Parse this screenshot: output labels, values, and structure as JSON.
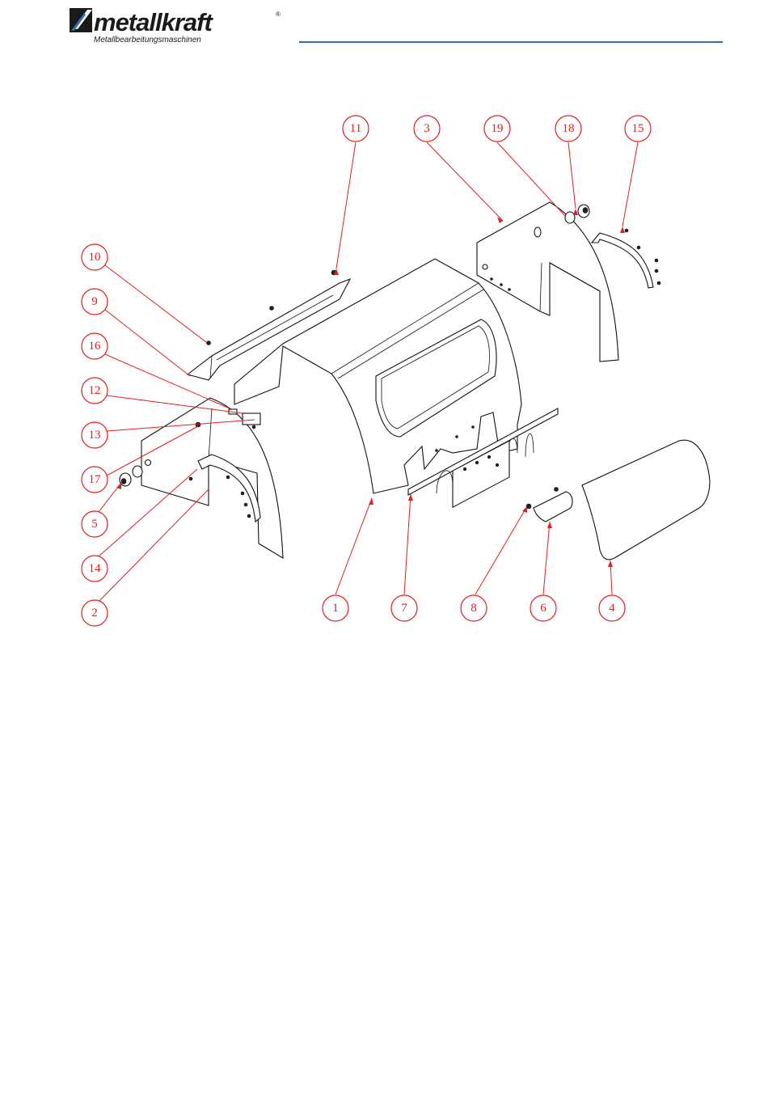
{
  "header": {
    "brand": "metallkraft",
    "brand_mark": "®",
    "tagline": "Metallbearbeitungsmaschinen",
    "brand_color": "#1a1a1a",
    "rule_color": "#2f6fb0"
  },
  "callouts": {
    "color": "#e0201c",
    "items": [
      {
        "id": "c11",
        "label": "11"
      },
      {
        "id": "c3",
        "label": "3"
      },
      {
        "id": "c19",
        "label": "19"
      },
      {
        "id": "c18",
        "label": "18"
      },
      {
        "id": "c15",
        "label": "15"
      },
      {
        "id": "c10",
        "label": "10"
      },
      {
        "id": "c9",
        "label": "9"
      },
      {
        "id": "c16",
        "label": "16"
      },
      {
        "id": "c12",
        "label": "12"
      },
      {
        "id": "c13",
        "label": "13"
      },
      {
        "id": "c17",
        "label": "17"
      },
      {
        "id": "c5",
        "label": "5"
      },
      {
        "id": "c14",
        "label": "14"
      },
      {
        "id": "c2",
        "label": "2"
      },
      {
        "id": "c1",
        "label": "1"
      },
      {
        "id": "c7",
        "label": "7"
      },
      {
        "id": "c8",
        "label": "8"
      },
      {
        "id": "c6",
        "label": "6"
      },
      {
        "id": "c4",
        "label": "4"
      }
    ]
  }
}
